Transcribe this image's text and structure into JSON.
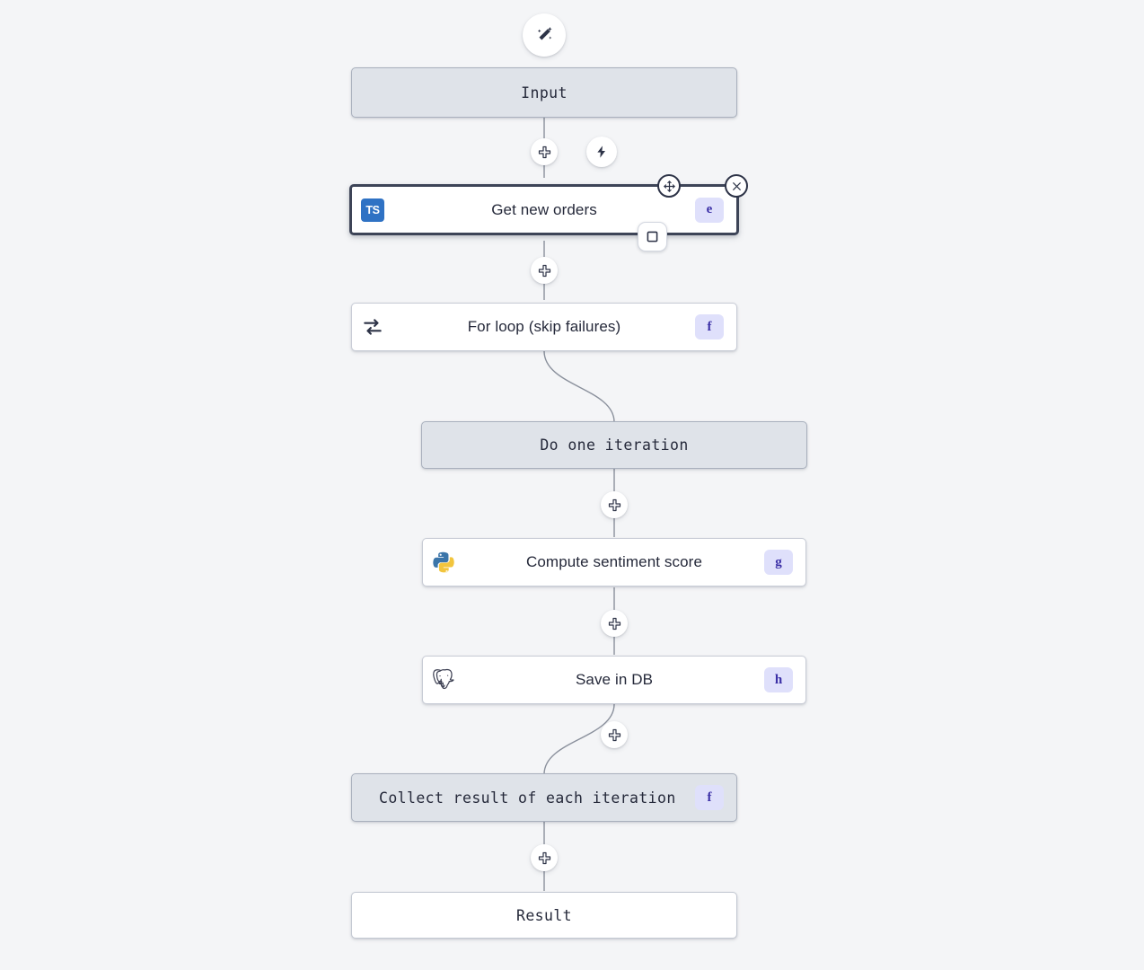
{
  "canvas": {
    "background": "#f4f5f7",
    "accent_badge_bg": "#dfe0fb",
    "accent_badge_fg": "#3b2fa6",
    "virtual_node_bg": "#dfe3e9",
    "selected_border": "#3d4457"
  },
  "toolbar": {
    "ai_generate": {
      "icon": "magic-wand-icon",
      "title": "AI"
    },
    "trigger": {
      "icon": "lightning-bolt-icon",
      "title": "Trigger"
    },
    "add": {
      "icon": "plus-icon",
      "title": "Add step"
    },
    "move_handle": {
      "icon": "move-icon",
      "title": "Move"
    },
    "close": {
      "icon": "close-icon",
      "title": "Remove"
    },
    "stop": {
      "icon": "stop-square-icon",
      "title": "Stop"
    }
  },
  "flow": {
    "nodes": [
      {
        "id": "input",
        "label": "Input",
        "kind": "virtual",
        "icon": "none",
        "badge": ""
      },
      {
        "id": "a",
        "label": "Get new orders",
        "kind": "selected",
        "icon": "typescript-icon",
        "badge": "e"
      },
      {
        "id": "forloop",
        "label": "For loop (skip failures)",
        "kind": "step",
        "icon": "loop-icon",
        "badge": "f"
      },
      {
        "id": "iter",
        "label": "Do one iteration",
        "kind": "virtual",
        "icon": "none",
        "badge": ""
      },
      {
        "id": "g",
        "label": "Compute sentiment score",
        "kind": "step",
        "icon": "python-icon",
        "badge": "g"
      },
      {
        "id": "h",
        "label": "Save in DB",
        "kind": "step",
        "icon": "postgresql-icon",
        "badge": "h"
      },
      {
        "id": "collect",
        "label": "Collect result of each iteration",
        "kind": "virtual",
        "icon": "none",
        "badge": "f"
      },
      {
        "id": "result",
        "label": "Result",
        "kind": "plain",
        "icon": "none",
        "badge": ""
      }
    ]
  }
}
